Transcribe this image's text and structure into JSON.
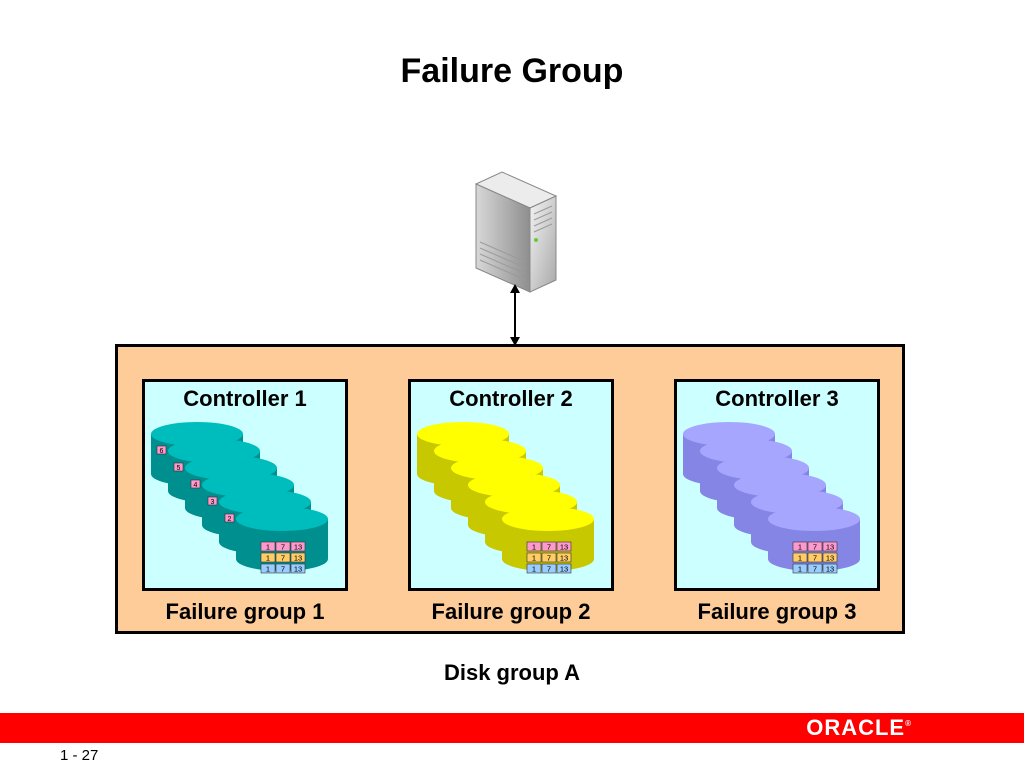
{
  "title": "Failure Group",
  "controllers": [
    {
      "label": "Controller 1",
      "failure_group": "Failure group 1",
      "disk_color": "#00bdbd",
      "disk_color_dark": "#008f8f",
      "disk_numbers": [
        "6",
        "5",
        "4",
        "3",
        "2"
      ]
    },
    {
      "label": "Controller 2",
      "failure_group": "Failure group 2",
      "disk_color": "#ffff00",
      "disk_color_dark": "#c8c800",
      "disk_numbers": []
    },
    {
      "label": "Controller 3",
      "failure_group": "Failure group 3",
      "disk_color": "#a6a6ff",
      "disk_color_dark": "#8585e6",
      "disk_numbers": []
    }
  ],
  "extent_rows": [
    {
      "values": [
        "1",
        "7",
        "13"
      ],
      "color": "#ff99cc"
    },
    {
      "values": [
        "1",
        "7",
        "13"
      ],
      "color": "#ffcc66"
    },
    {
      "values": [
        "1",
        "7",
        "13"
      ],
      "color": "#99ccff"
    }
  ],
  "disk_group_label": "Disk group A",
  "footer": {
    "logo": "ORACLE",
    "logo_mark": "®",
    "page_number": "1 - 27",
    "bar_color": "#ff0000"
  }
}
